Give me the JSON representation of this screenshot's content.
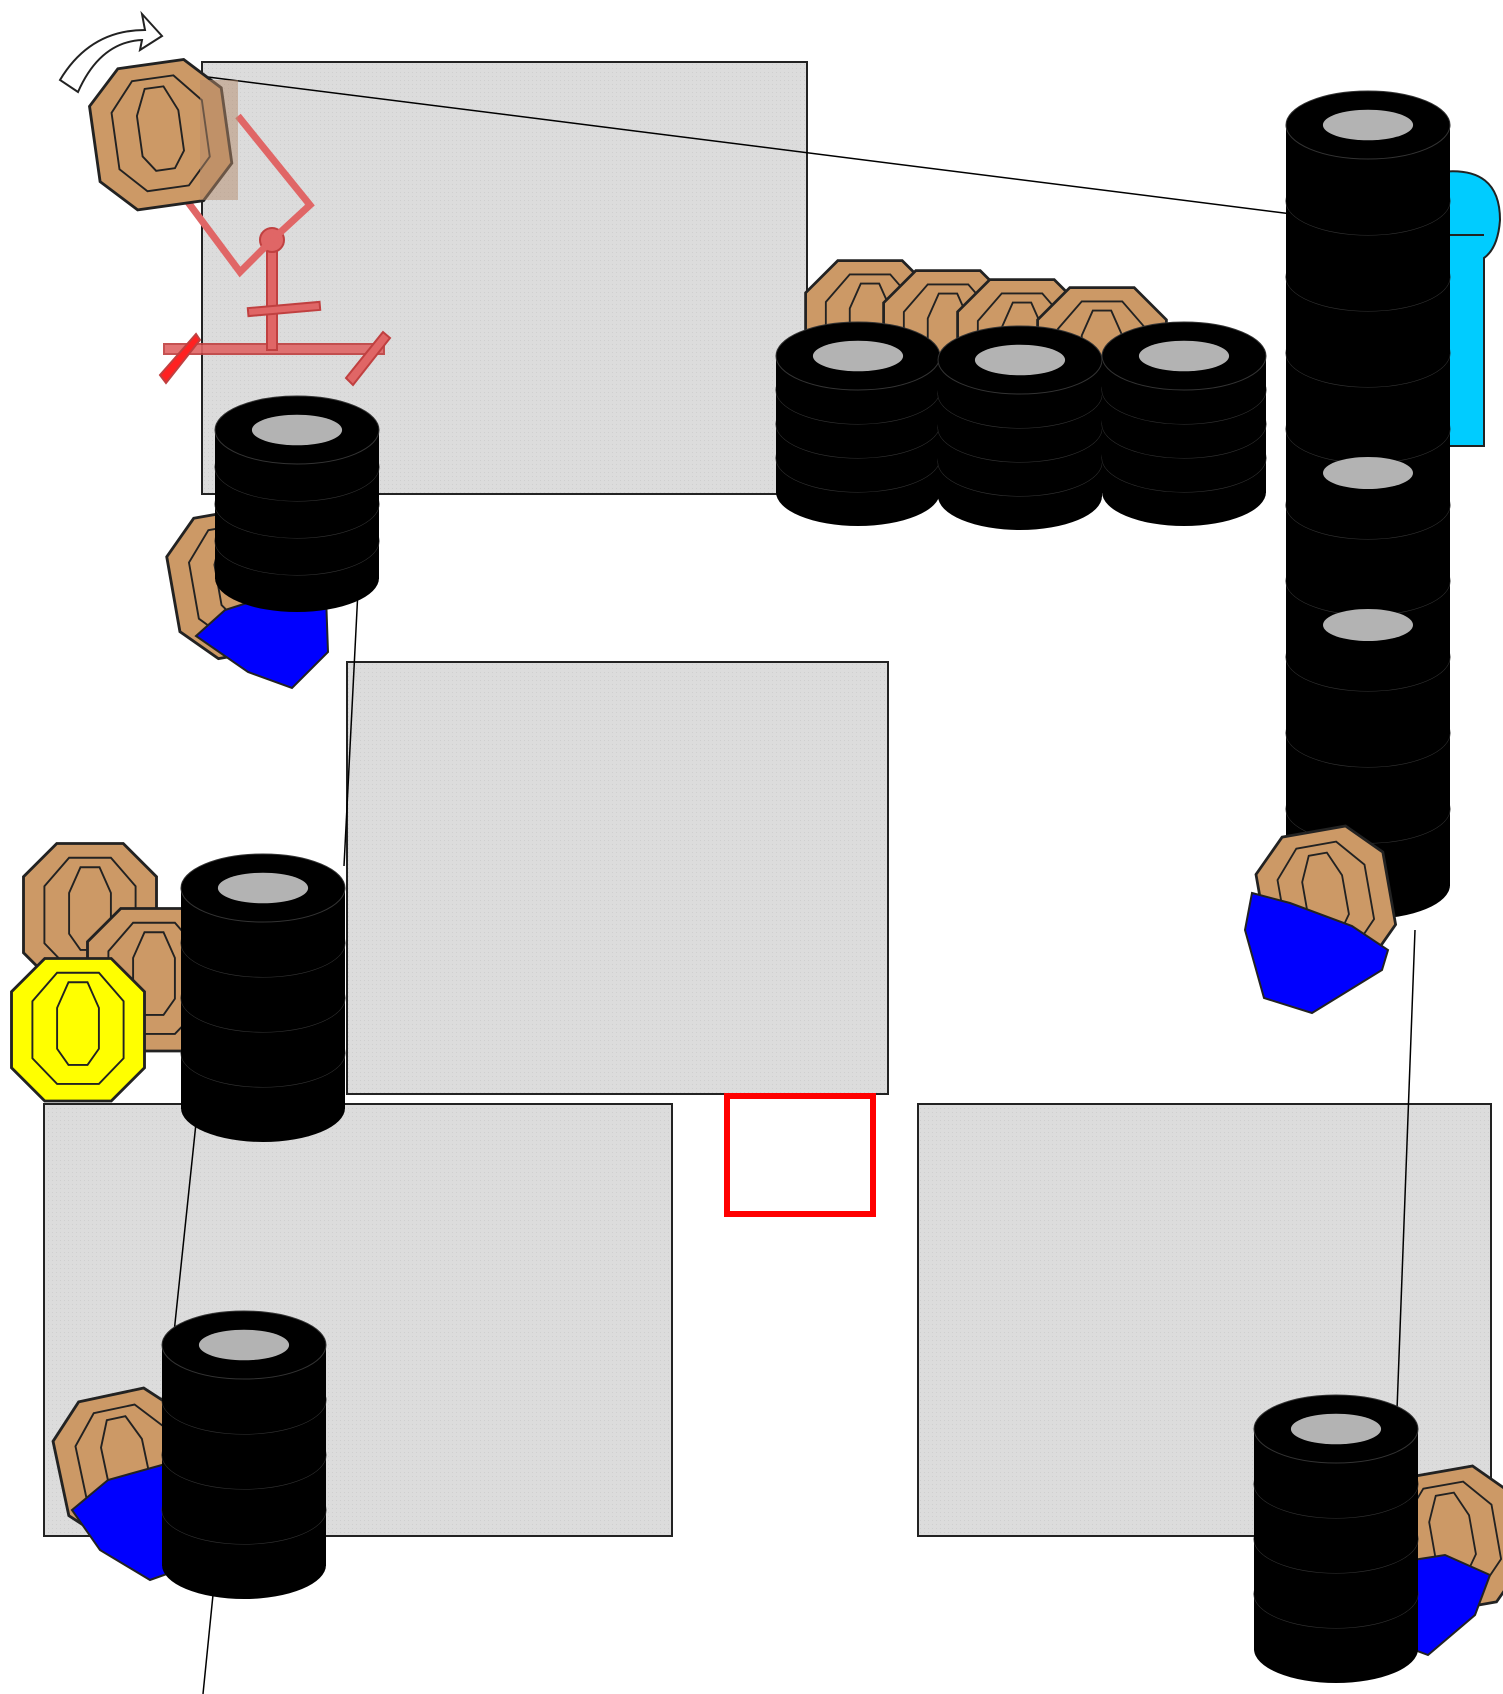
{
  "diagram": {
    "kind": "shooting stage layout (top view)",
    "colors": {
      "wall_fill": "#dcdcdc",
      "wall_stroke": "#222222",
      "tire": "#000000",
      "tire_hole": "#b3b3b3",
      "target_paper": "#cc9966",
      "target_yellow": "#ffff00",
      "no_shoot_blue": "#0000ff",
      "shooter_cyan": "#00ccff",
      "start_box": "#ff0000",
      "mover": "#e06666"
    },
    "walls": [
      "wall-top-left",
      "wall-center",
      "wall-bottom-left",
      "wall-bottom-right"
    ],
    "tire_stacks": [
      "tire-stack-upper-left",
      "tire-stack-top-row-1",
      "tire-stack-top-row-2",
      "tire-stack-top-row-3",
      "tire-column-right",
      "tire-stack-mid-left",
      "tire-stack-bottom-left",
      "tire-stack-bottom-right"
    ],
    "targets": {
      "paper": 11,
      "yellow_penalty": 1,
      "no_shoot_covers": 4
    },
    "features": [
      "rotating-swinger-target",
      "start-box",
      "shooter-position",
      "sight-lines"
    ]
  }
}
